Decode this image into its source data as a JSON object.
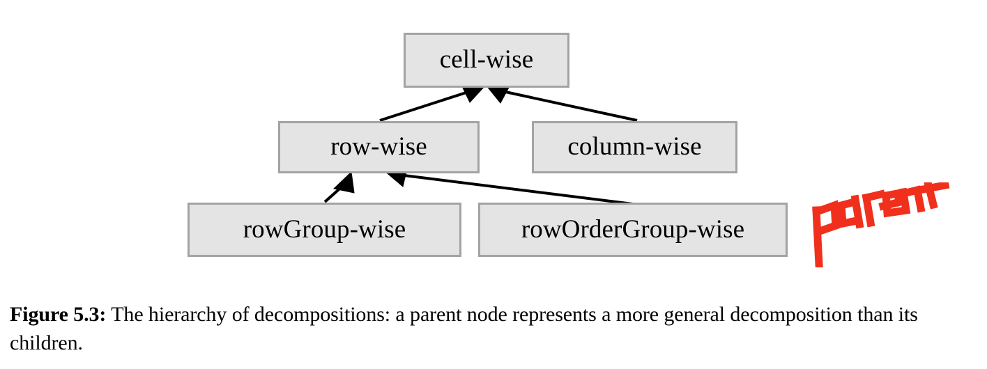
{
  "figure": {
    "caption_label": "Figure 5.3:",
    "caption_text": "The hierarchy of decompositions: a parent node represents a more general decomposition than its children."
  },
  "diagram": {
    "type": "hierarchy-tree",
    "node_fill_color": "#e4e4e4",
    "node_border_color": "#a3a3a3",
    "arrow_color": "#000000",
    "nodes": [
      {
        "id": "cell-wise",
        "label": "cell-wise",
        "level": 0
      },
      {
        "id": "row-wise",
        "label": "row-wise",
        "level": 1
      },
      {
        "id": "column-wise",
        "label": "column-wise",
        "level": 1
      },
      {
        "id": "rowGroup-wise",
        "label": "rowGroup-wise",
        "level": 2
      },
      {
        "id": "rowOrderGroup-wise",
        "label": "rowOrderGroup-wise",
        "level": 2
      }
    ],
    "edges": [
      {
        "from": "row-wise",
        "to": "cell-wise"
      },
      {
        "from": "column-wise",
        "to": "cell-wise"
      },
      {
        "from": "rowGroup-wise",
        "to": "row-wise"
      },
      {
        "from": "rowOrderGroup-wise",
        "to": "row-wise"
      }
    ]
  },
  "annotation": {
    "text": "parent",
    "color": "#f0301c",
    "style": "handwritten-marker"
  }
}
